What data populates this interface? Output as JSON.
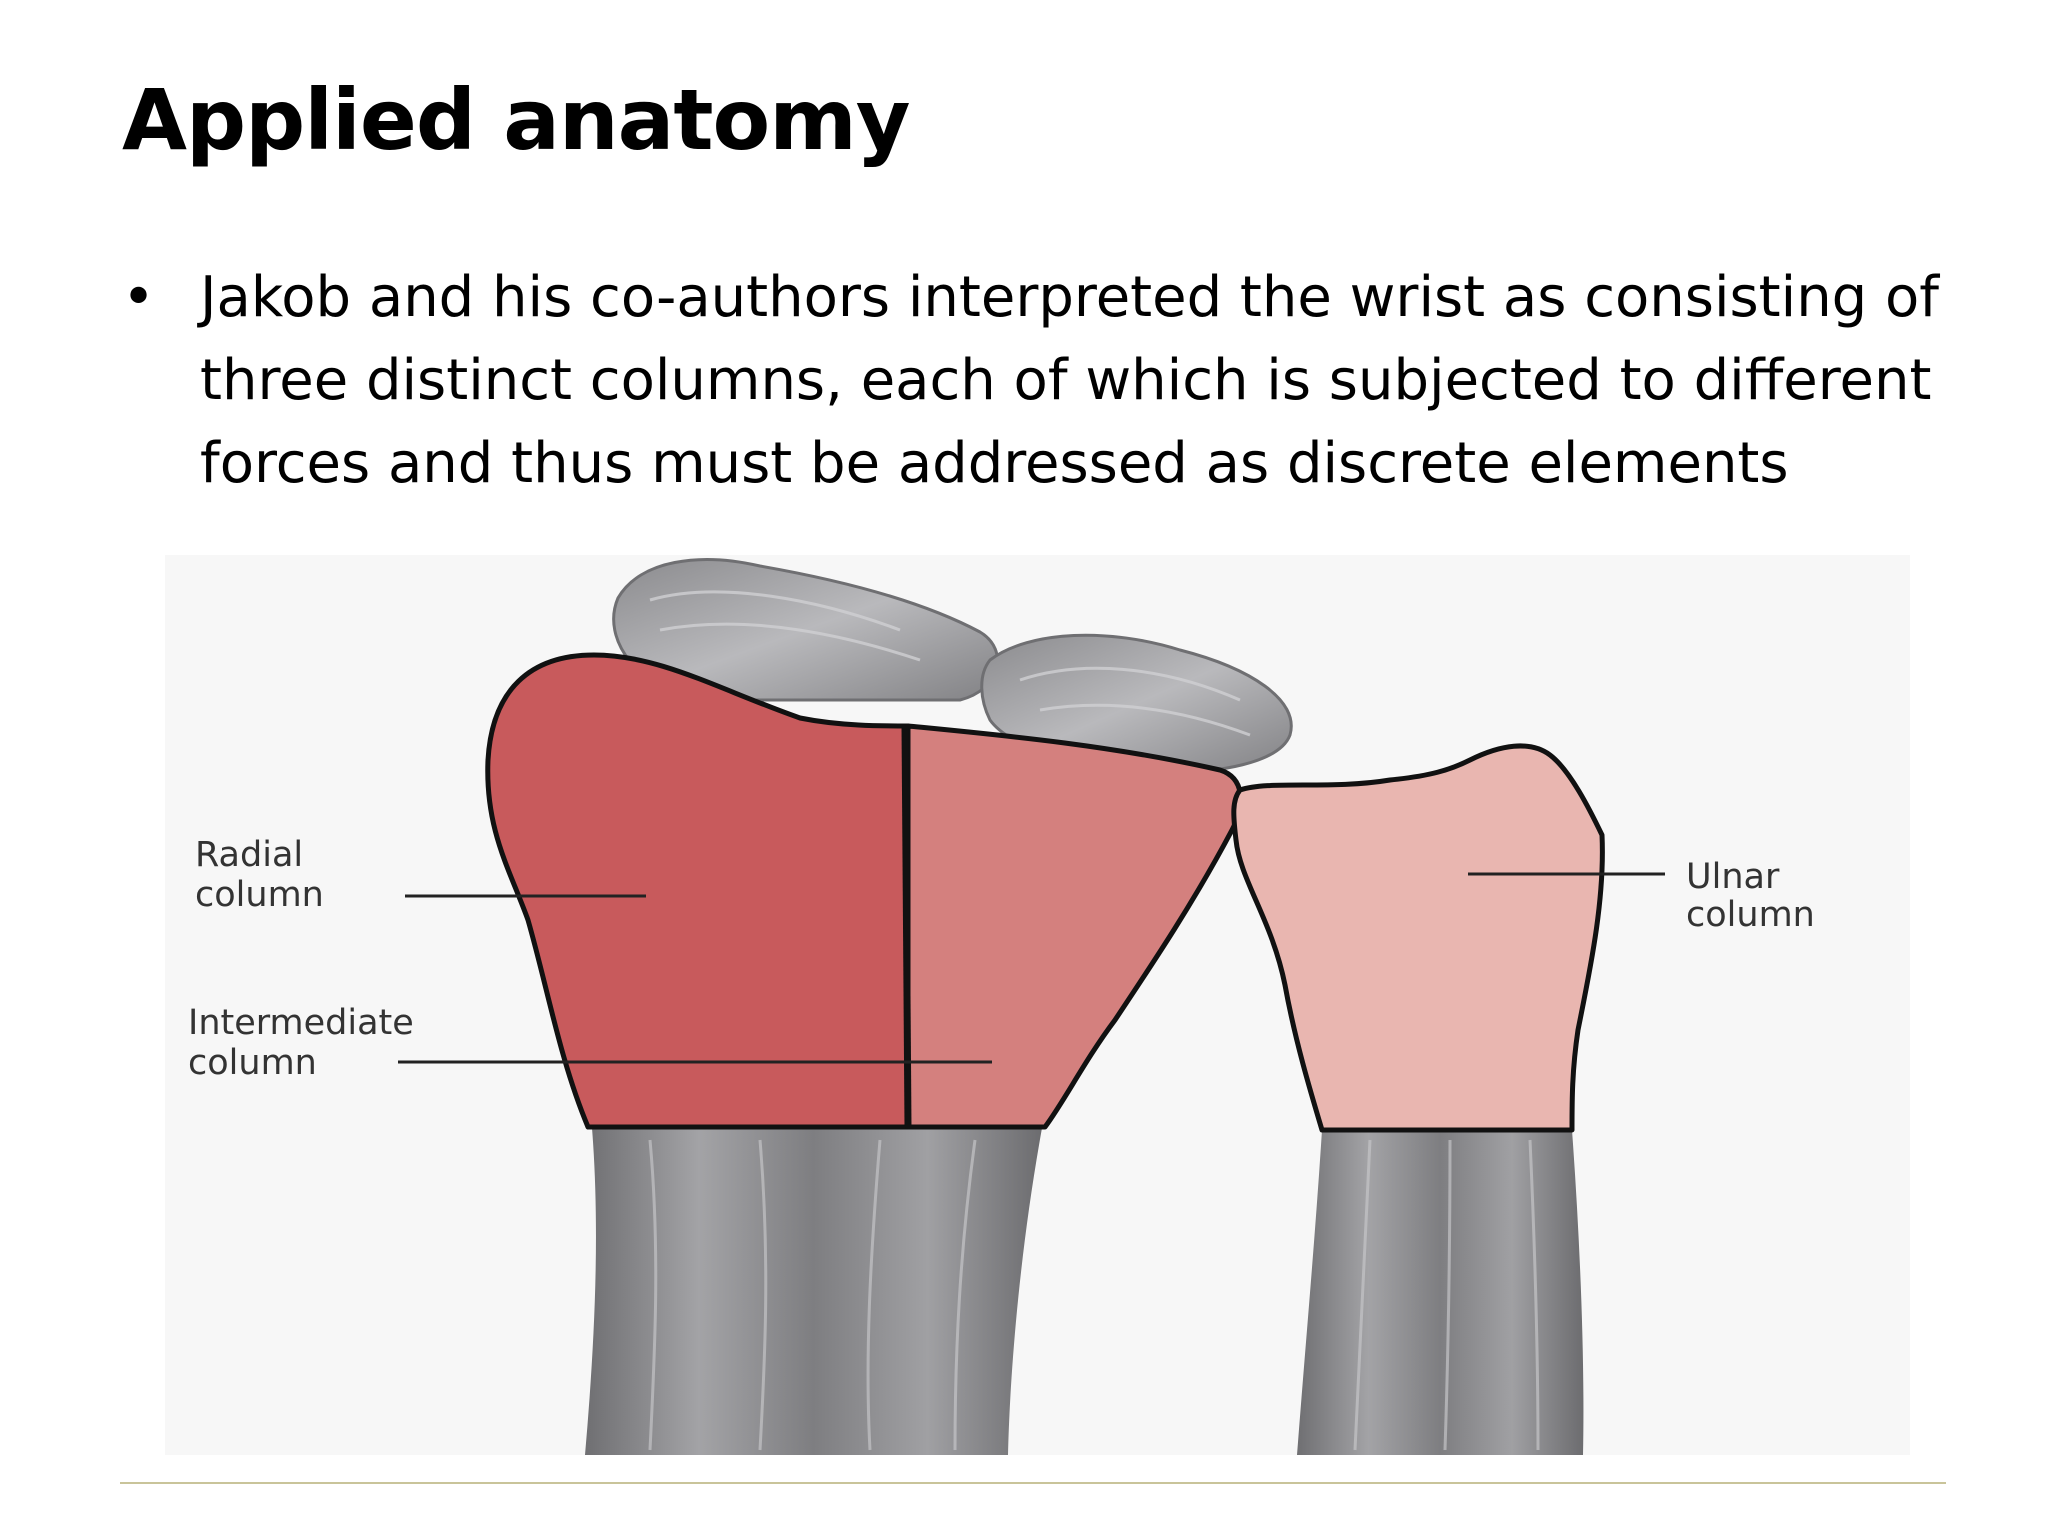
{
  "title": "Applied anatomy",
  "bullets": [
    {
      "marker": "•",
      "lines": [
        "Jakob and his co-authors interpreted the wrist as consisting of",
        "three distinct columns, each of which is subjected to different",
        "forces and thus must be addressed as discrete elements"
      ]
    }
  ],
  "figure": {
    "labels": {
      "radial": [
        "Radial",
        "column"
      ],
      "intermediate": [
        "Intermediate",
        "column"
      ],
      "ulnar": [
        "Ulnar",
        "column"
      ]
    },
    "colors": {
      "radial_column": "#c85a5c",
      "intermediate_column": "#d4807e",
      "ulnar_column": "#e9b6b0",
      "bone": "#8d8d90",
      "outline": "#111111"
    }
  }
}
